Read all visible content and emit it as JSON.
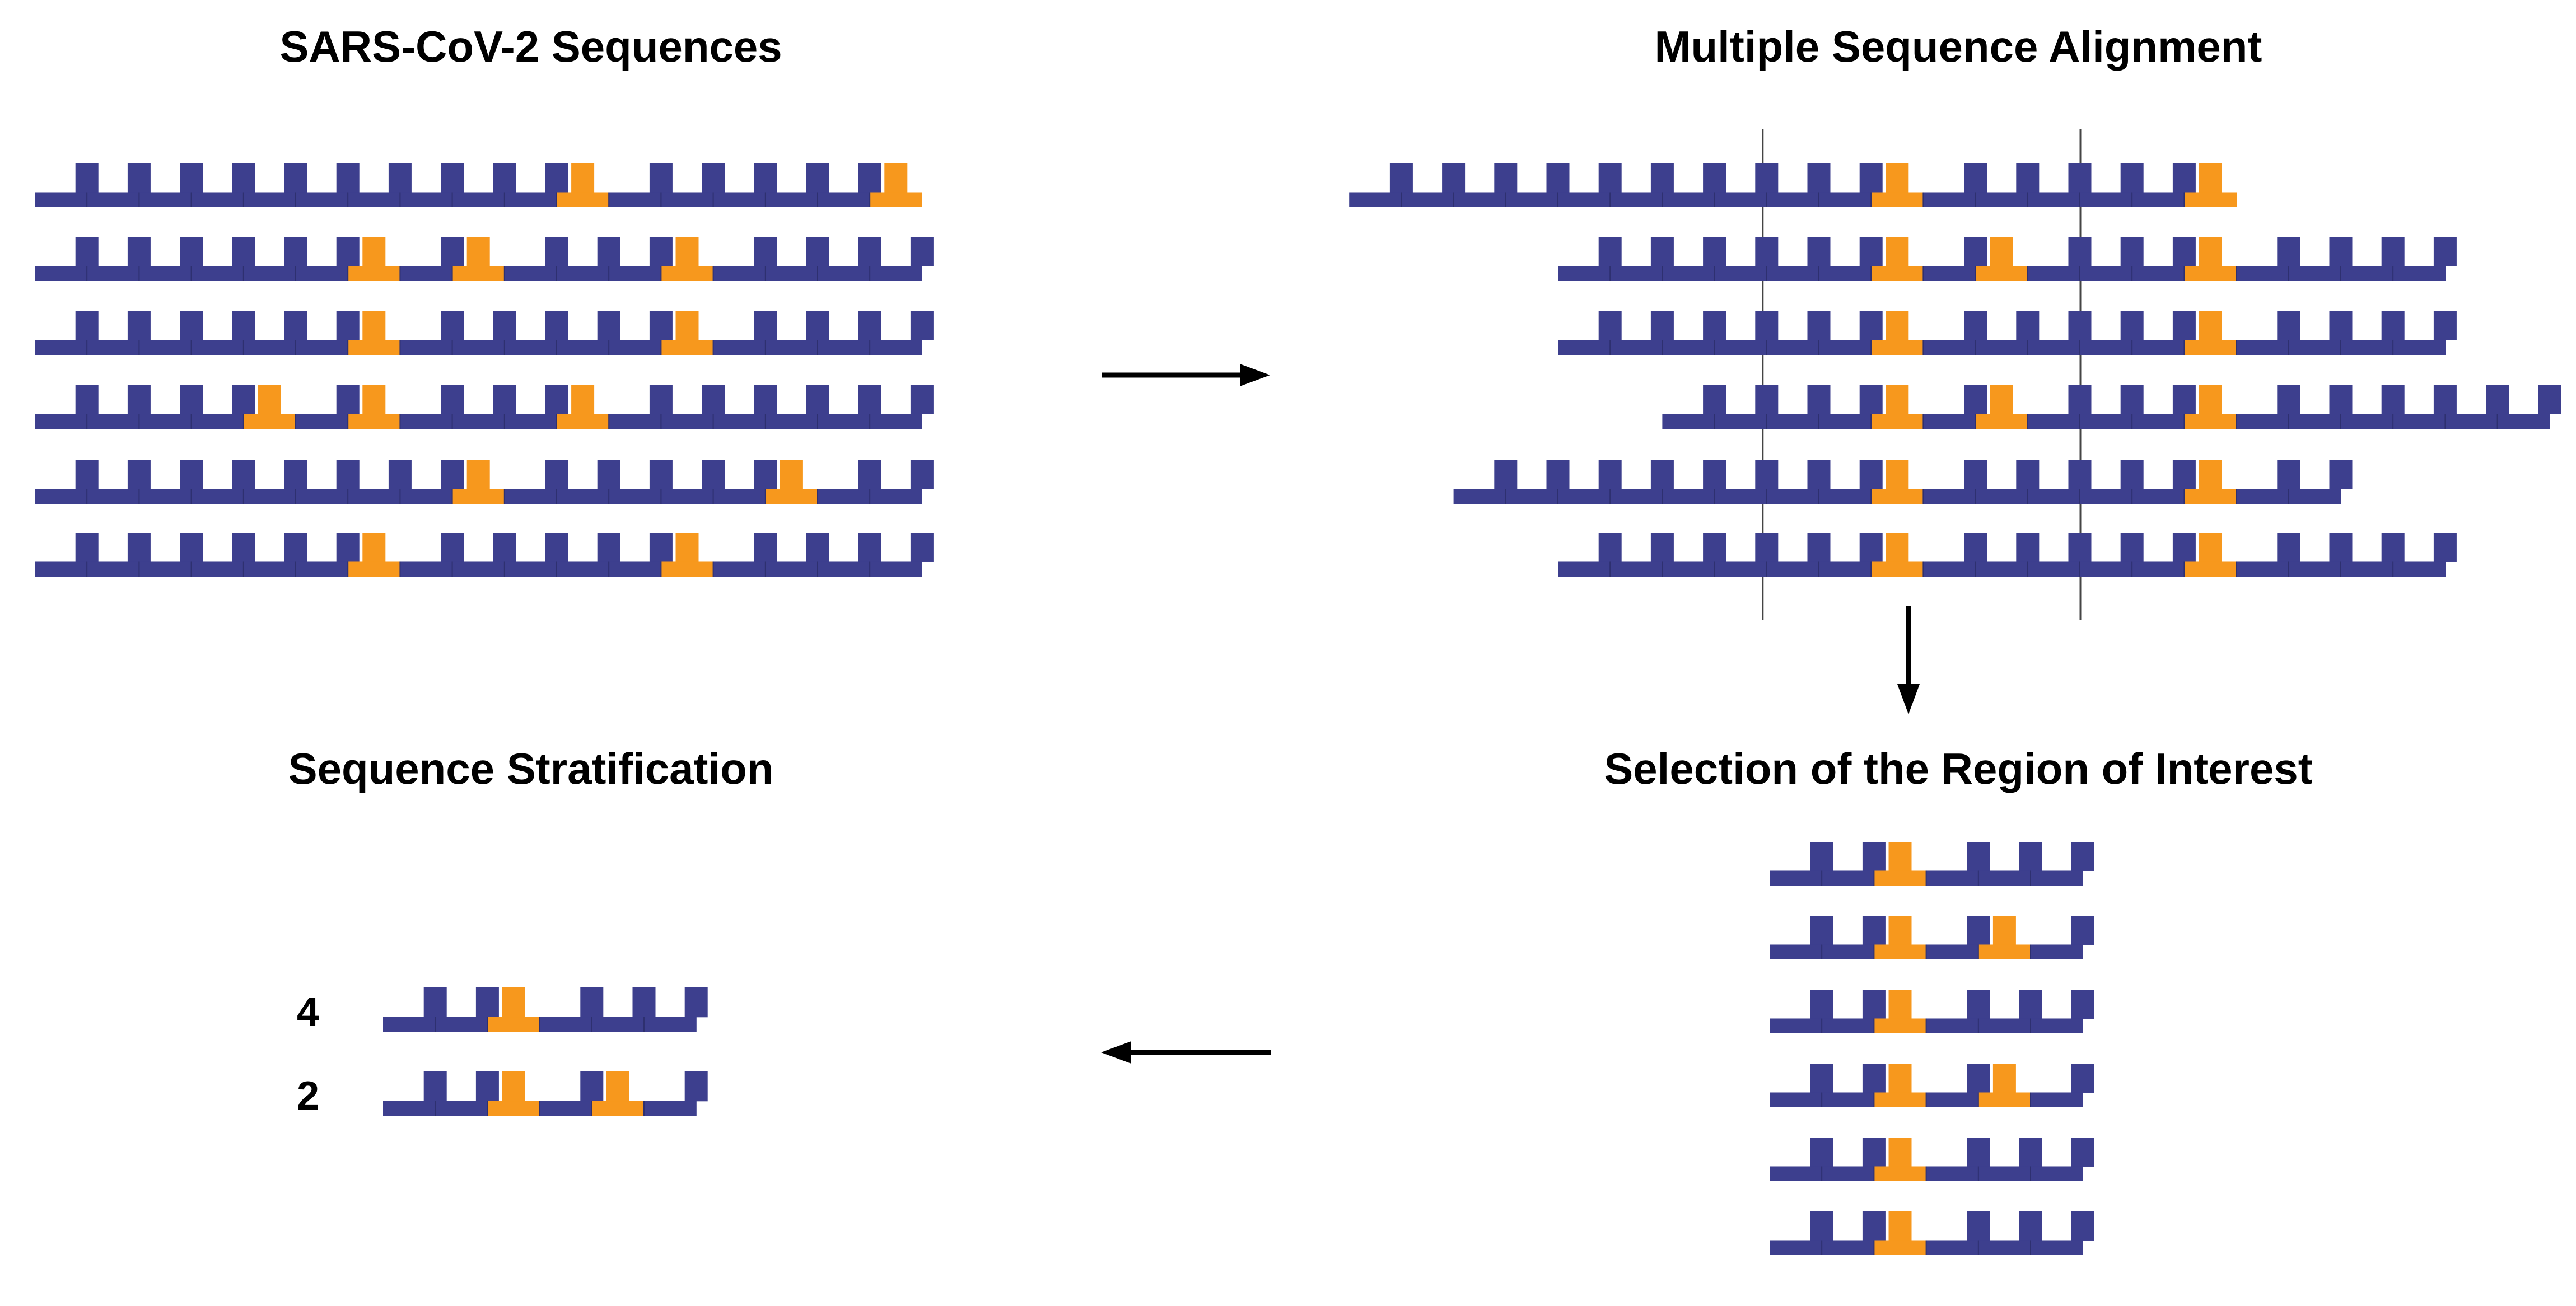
{
  "colors": {
    "background": "#ffffff",
    "nucleotide": "#3d3f8e",
    "mutation": "#f7981d",
    "line": "#000000",
    "guide": "#444444"
  },
  "panels": {
    "sequences": {
      "title": "SARS-CoV-2 Sequences",
      "rows": [
        {
          "units": 17,
          "mutations": [
            10,
            16
          ]
        },
        {
          "units": 17,
          "mutations": [
            6,
            8,
            12
          ]
        },
        {
          "units": 17,
          "mutations": [
            6,
            12
          ]
        },
        {
          "units": 17,
          "mutations": [
            4,
            6,
            10
          ]
        },
        {
          "units": 17,
          "mutations": [
            8,
            14
          ]
        },
        {
          "units": 17,
          "mutations": [
            6,
            12
          ]
        }
      ]
    },
    "alignment": {
      "title": "Multiple Sequence Alignment",
      "rows": [
        {
          "offset": -4,
          "units": 17,
          "mutations": [
            10,
            16
          ]
        },
        {
          "offset": 0,
          "units": 17,
          "mutations": [
            6,
            8,
            12
          ]
        },
        {
          "offset": 0,
          "units": 17,
          "mutations": [
            6,
            12
          ]
        },
        {
          "offset": 2,
          "units": 17,
          "mutations": [
            4,
            6,
            10
          ]
        },
        {
          "offset": -2,
          "units": 17,
          "mutations": [
            8,
            14
          ]
        },
        {
          "offset": 0,
          "units": 17,
          "mutations": [
            6,
            12
          ]
        }
      ],
      "region_start": 4,
      "region_end": 10
    },
    "region": {
      "title": "Selection of the Region of Interest",
      "rows": [
        {
          "units": 6,
          "mutations": [
            2
          ]
        },
        {
          "units": 6,
          "mutations": [
            2,
            4
          ]
        },
        {
          "units": 6,
          "mutations": [
            2
          ]
        },
        {
          "units": 6,
          "mutations": [
            2,
            4
          ]
        },
        {
          "units": 6,
          "mutations": [
            2
          ]
        },
        {
          "units": 6,
          "mutations": [
            2
          ]
        }
      ]
    },
    "stratification": {
      "title": "Sequence Stratification",
      "rows": [
        {
          "count": "4",
          "units": 6,
          "mutations": [
            2
          ]
        },
        {
          "count": "2",
          "units": 6,
          "mutations": [
            2,
            4
          ]
        }
      ]
    }
  }
}
